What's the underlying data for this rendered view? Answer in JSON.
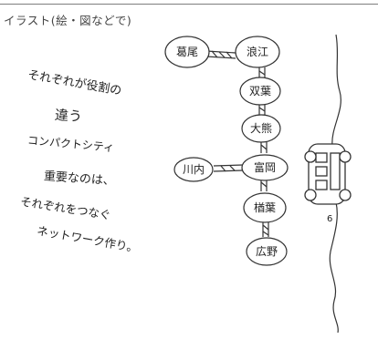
{
  "header": {
    "title": "イラスト(絵・図などで)"
  },
  "notes": [
    "それぞれが役割の",
    "違う",
    "コンパクトシティ",
    "重要なのは、",
    "それぞれをつなぐ",
    "ネットワーク作り。"
  ],
  "diagram": {
    "nodes": {
      "katsurao": "葛尾",
      "namie": "浪江",
      "futaba": "双葉",
      "okuma": "大熊",
      "tomioka": "富岡",
      "kawauchi": "川内",
      "naraha": "楢葉",
      "hirono": "広野"
    },
    "route_label": "6"
  }
}
